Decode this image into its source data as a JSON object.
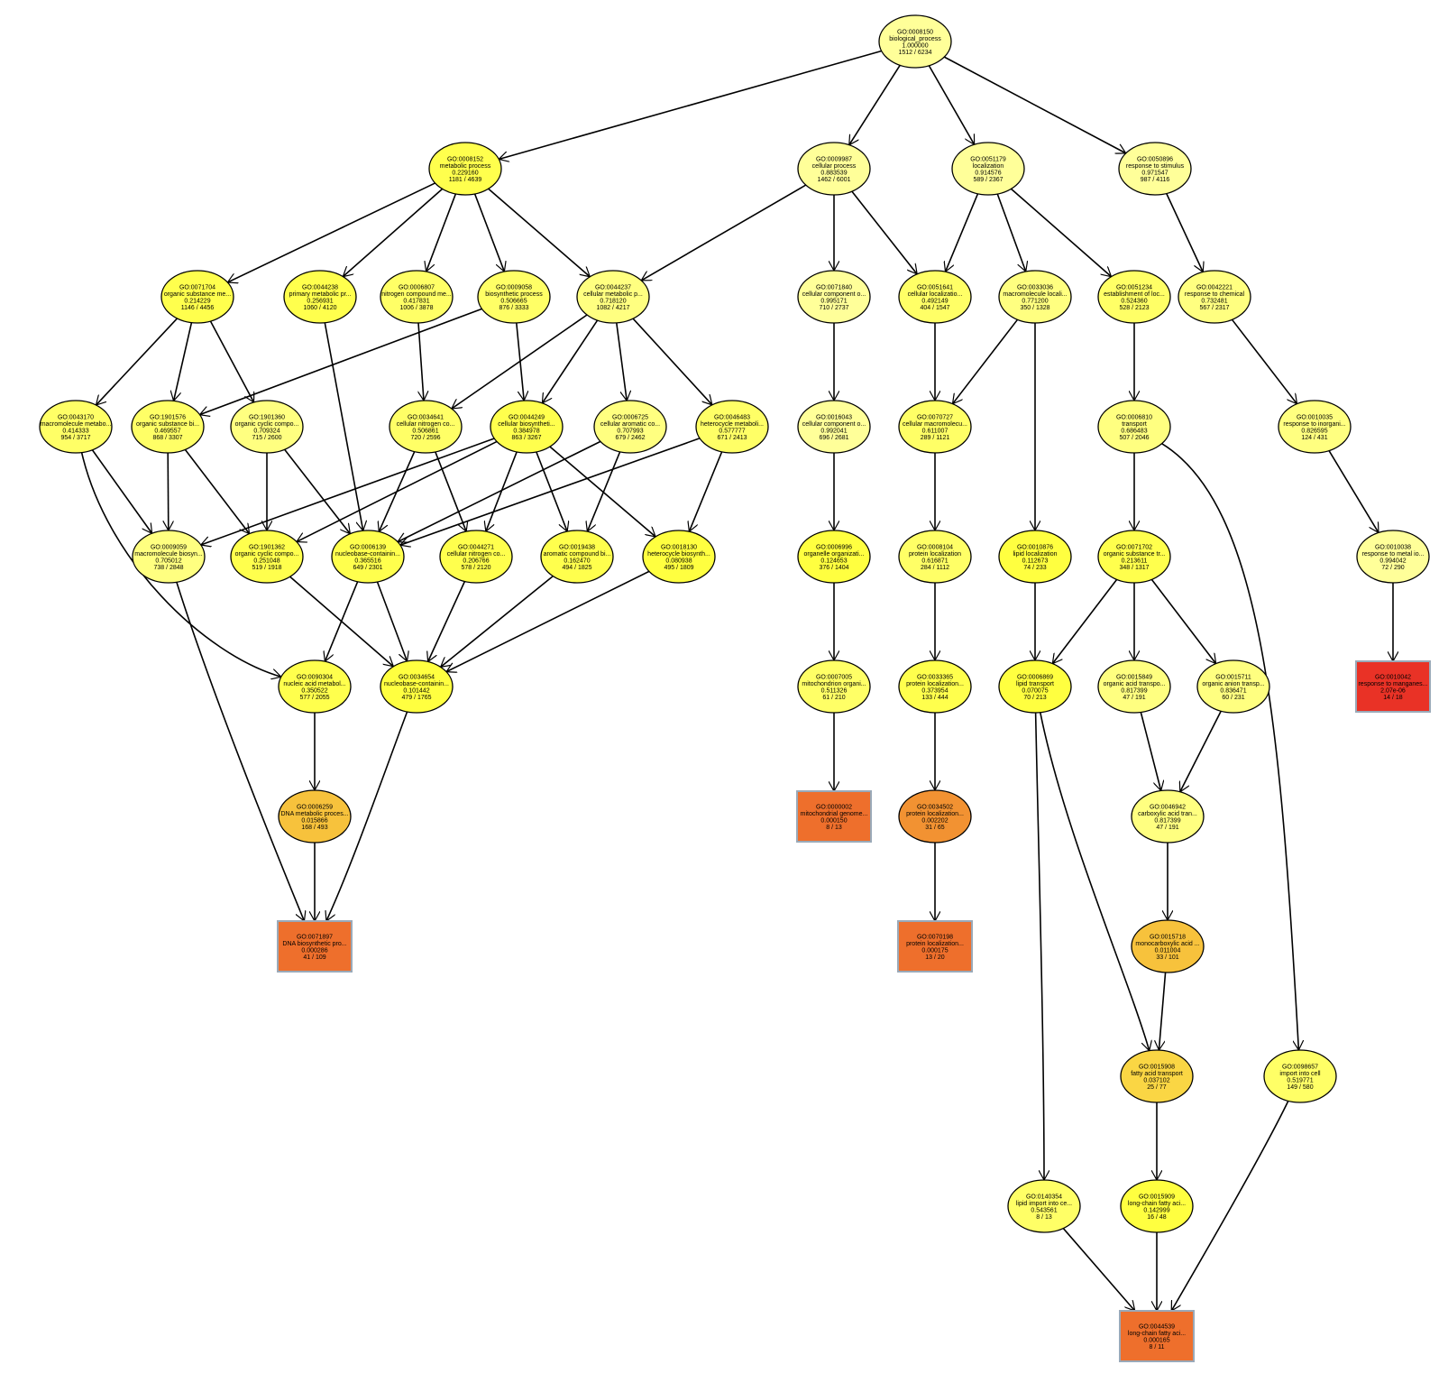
{
  "nodes": [
    {
      "id": "GO:0008150",
      "label": "biological_process",
      "score": "1.000000",
      "count": "1512 / 6234",
      "color": "#ffff99",
      "shape": "ellipse"
    },
    {
      "id": "GO:0008152",
      "label": "metabolic process",
      "score": "0.229160",
      "count": "1181 / 4639",
      "color": "#ffff4d",
      "shape": "ellipse"
    },
    {
      "id": "GO:0009987",
      "label": "cellular process",
      "score": "0.883539",
      "count": "1462 / 6001",
      "color": "#ffff99",
      "shape": "ellipse"
    },
    {
      "id": "GO:0051179",
      "label": "localization",
      "score": "0.914576",
      "count": "589 / 2367",
      "color": "#ffff99",
      "shape": "ellipse"
    },
    {
      "id": "GO:0050896",
      "label": "response to stimulus",
      "score": "0.971547",
      "count": "987 / 4116",
      "color": "#ffff99",
      "shape": "ellipse"
    },
    {
      "id": "GO:0071704",
      "label": "organic substance me...",
      "score": "0.214229",
      "count": "1146 / 4456",
      "color": "#ffff4d",
      "shape": "ellipse"
    },
    {
      "id": "GO:0044238",
      "label": "primary metabolic pr...",
      "score": "0.256931",
      "count": "1060 / 4120",
      "color": "#ffff4d",
      "shape": "ellipse"
    },
    {
      "id": "GO:0006807",
      "label": "nitrogen compound me...",
      "score": "0.417831",
      "count": "1006 / 3878",
      "color": "#ffff66",
      "shape": "ellipse"
    },
    {
      "id": "GO:0009058",
      "label": "biosynthetic process",
      "score": "0.506665",
      "count": "876 / 3333",
      "color": "#ffff66",
      "shape": "ellipse"
    },
    {
      "id": "GO:0044237",
      "label": "cellular metabolic p...",
      "score": "0.718120",
      "count": "1082 / 4217",
      "color": "#ffff80",
      "shape": "ellipse"
    },
    {
      "id": "GO:0071840",
      "label": "cellular component o...",
      "score": "0.995171",
      "count": "710 / 2737",
      "color": "#ffff99",
      "shape": "ellipse"
    },
    {
      "id": "GO:0051641",
      "label": "cellular localizatio...",
      "score": "0.492149",
      "count": "404 / 1547",
      "color": "#ffff66",
      "shape": "ellipse"
    },
    {
      "id": "GO:0033036",
      "label": "macromolecule locali...",
      "score": "0.771200",
      "count": "350 / 1328",
      "color": "#ffff80",
      "shape": "ellipse"
    },
    {
      "id": "GO:0051234",
      "label": "establishment of loc...",
      "score": "0.524360",
      "count": "528 / 2123",
      "color": "#ffff66",
      "shape": "ellipse"
    },
    {
      "id": "GO:0042221",
      "label": "response to chemical",
      "score": "0.732481",
      "count": "567 / 2317",
      "color": "#ffff80",
      "shape": "ellipse"
    },
    {
      "id": "GO:0043170",
      "label": "macromolecule metabo...",
      "score": "0.414333",
      "count": "954 / 3717",
      "color": "#ffff66",
      "shape": "ellipse"
    },
    {
      "id": "GO:1901576",
      "label": "organic substance bi...",
      "score": "0.469557",
      "count": "868 / 3307",
      "color": "#ffff66",
      "shape": "ellipse"
    },
    {
      "id": "GO:1901360",
      "label": "organic cyclic compo...",
      "score": "0.709324",
      "count": "715 / 2600",
      "color": "#ffff80",
      "shape": "ellipse"
    },
    {
      "id": "GO:0034641",
      "label": "cellular nitrogen co...",
      "score": "0.506861",
      "count": "720 / 2596",
      "color": "#ffff66",
      "shape": "ellipse"
    },
    {
      "id": "GO:0044249",
      "label": "cellular biosyntheti...",
      "score": "0.384978",
      "count": "863 / 3267",
      "color": "#ffff4d",
      "shape": "ellipse"
    },
    {
      "id": "GO:0006725",
      "label": "cellular aromatic co...",
      "score": "0.707993",
      "count": "679 / 2462",
      "color": "#ffff80",
      "shape": "ellipse"
    },
    {
      "id": "GO:0046483",
      "label": "heterocycle metaboli...",
      "score": "0.577777",
      "count": "671 / 2413",
      "color": "#ffff66",
      "shape": "ellipse"
    },
    {
      "id": "GO:0016043",
      "label": "cellular component o...",
      "score": "0.992041",
      "count": "696 / 2681",
      "color": "#ffff99",
      "shape": "ellipse"
    },
    {
      "id": "GO:0070727",
      "label": "cellular macromolecu...",
      "score": "0.611007",
      "count": "289 / 1121",
      "color": "#ffff66",
      "shape": "ellipse"
    },
    {
      "id": "GO:0006810",
      "label": "transport",
      "score": "0.686483",
      "count": "507 / 2046",
      "color": "#ffff80",
      "shape": "ellipse"
    },
    {
      "id": "GO:0010035",
      "label": "response to inorgani...",
      "score": "0.826595",
      "count": "124 / 431",
      "color": "#ffff80",
      "shape": "ellipse"
    },
    {
      "id": "GO:0009059",
      "label": "macromolecule biosyn...",
      "score": "0.705012",
      "count": "738 / 2848",
      "color": "#ffff80",
      "shape": "ellipse"
    },
    {
      "id": "GO:1901362",
      "label": "organic cyclic compo...",
      "score": "0.251048",
      "count": "519 / 1918",
      "color": "#ffff4d",
      "shape": "ellipse"
    },
    {
      "id": "GO:0006139",
      "label": "nucleobase-containin...",
      "score": "0.365516",
      "count": "649 / 2301",
      "color": "#ffff4d",
      "shape": "ellipse"
    },
    {
      "id": "GO:0044271",
      "label": "cellular nitrogen co...",
      "score": "0.206766",
      "count": "578 / 2120",
      "color": "#ffff4d",
      "shape": "ellipse"
    },
    {
      "id": "GO:0019438",
      "label": "aromatic compound bi...",
      "score": "0.162470",
      "count": "494 / 1825",
      "color": "#ffff4d",
      "shape": "ellipse"
    },
    {
      "id": "GO:0018130",
      "label": "heterocycle biosynth...",
      "score": "0.080938",
      "count": "495 / 1809",
      "color": "#ffff40",
      "shape": "ellipse"
    },
    {
      "id": "GO:0006996",
      "label": "organelle organizati...",
      "score": "0.124653",
      "count": "376 / 1404",
      "color": "#ffff40",
      "shape": "ellipse"
    },
    {
      "id": "GO:0008104",
      "label": "protein localization",
      "score": "0.616871",
      "count": "284 / 1112",
      "color": "#ffff66",
      "shape": "ellipse"
    },
    {
      "id": "GO:0010876",
      "label": "lipid localization",
      "score": "0.112673",
      "count": "74 / 233",
      "color": "#ffff40",
      "shape": "ellipse"
    },
    {
      "id": "GO:0071702",
      "label": "organic substance tr...",
      "score": "0.213611",
      "count": "348 / 1317",
      "color": "#ffff4d",
      "shape": "ellipse"
    },
    {
      "id": "GO:0010038",
      "label": "response to metal io...",
      "score": "0.994042",
      "count": "72 / 290",
      "color": "#ffff99",
      "shape": "ellipse"
    },
    {
      "id": "GO:0090304",
      "label": "nucleic acid metabol...",
      "score": "0.350522",
      "count": "577 / 2055",
      "color": "#ffff4d",
      "shape": "ellipse"
    },
    {
      "id": "GO:0034654",
      "label": "nucleobase-containin...",
      "score": "0.101442",
      "count": "479 / 1765",
      "color": "#ffff40",
      "shape": "ellipse"
    },
    {
      "id": "GO:0007005",
      "label": "mitochondrion organi...",
      "score": "0.511326",
      "count": "61 / 210",
      "color": "#ffff66",
      "shape": "ellipse"
    },
    {
      "id": "GO:0033365",
      "label": "protein localization...",
      "score": "0.373954",
      "count": "133 / 444",
      "color": "#ffff4d",
      "shape": "ellipse"
    },
    {
      "id": "GO:0006869",
      "label": "lipid transport",
      "score": "0.070075",
      "count": "70 / 213",
      "color": "#ffff40",
      "shape": "ellipse"
    },
    {
      "id": "GO:0015849",
      "label": "organic acid transpo...",
      "score": "0.817399",
      "count": "47 / 191",
      "color": "#ffff80",
      "shape": "ellipse"
    },
    {
      "id": "GO:0015711",
      "label": "organic anion transp...",
      "score": "0.836471",
      "count": "60 / 231",
      "color": "#ffff80",
      "shape": "ellipse"
    },
    {
      "id": "GO:0010042",
      "label": "response to manganes...",
      "score": "2.07e-06",
      "count": "14 / 18",
      "color": "#e93226",
      "shape": "box"
    },
    {
      "id": "GO:0006259",
      "label": "DNA metabolic proces...",
      "score": "0.015866",
      "count": "168 / 493",
      "color": "#f7c23c",
      "shape": "ellipse"
    },
    {
      "id": "GO:0000002",
      "label": "mitochondrial genome...",
      "score": "0.000150",
      "count": "8 / 13",
      "color": "#ee6f2c",
      "shape": "box"
    },
    {
      "id": "GO:0034502",
      "label": "protein localization...",
      "score": "0.002202",
      "count": "31 / 65",
      "color": "#f29232",
      "shape": "ellipse"
    },
    {
      "id": "GO:0046942",
      "label": "carboxylic acid tran...",
      "score": "0.817399",
      "count": "47 / 191",
      "color": "#ffff80",
      "shape": "ellipse"
    },
    {
      "id": "GO:0071897",
      "label": "DNA biosynthetic pro...",
      "score": "0.000286",
      "count": "41 / 109",
      "color": "#ee6f2c",
      "shape": "box"
    },
    {
      "id": "GO:0070198",
      "label": "protein localization...",
      "score": "0.000175",
      "count": "13 / 20",
      "color": "#ee6f2c",
      "shape": "box"
    },
    {
      "id": "GO:0015718",
      "label": "monocarboxylic acid ...",
      "score": "0.011004",
      "count": "33 / 101",
      "color": "#f7c23c",
      "shape": "ellipse"
    },
    {
      "id": "GO:0015908",
      "label": "fatty acid transport",
      "score": "0.037102",
      "count": "25 / 77",
      "color": "#fad644",
      "shape": "ellipse"
    },
    {
      "id": "GO:0098657",
      "label": "import into cell",
      "score": "0.519771",
      "count": "149 / 580",
      "color": "#ffff66",
      "shape": "ellipse"
    },
    {
      "id": "GO:0140354",
      "label": "lipid import into ce...",
      "score": "0.543561",
      "count": "8 / 13",
      "color": "#ffff66",
      "shape": "ellipse"
    },
    {
      "id": "GO:0015909",
      "label": "long-chain fatty aci...",
      "score": "0.142999",
      "count": "16 / 48",
      "color": "#ffff40",
      "shape": "ellipse"
    },
    {
      "id": "GO:0044539",
      "label": "long-chain fatty aci...",
      "score": "0.000165",
      "count": "8 / 11",
      "color": "#ee6f2c",
      "shape": "box"
    }
  ],
  "edges": [
    [
      "GO:0008150",
      "GO:0008152"
    ],
    [
      "GO:0008150",
      "GO:0009987"
    ],
    [
      "GO:0008150",
      "GO:0051179"
    ],
    [
      "GO:0008150",
      "GO:0050896"
    ],
    [
      "GO:0008152",
      "GO:0071704"
    ],
    [
      "GO:0008152",
      "GO:0044238"
    ],
    [
      "GO:0008152",
      "GO:0006807"
    ],
    [
      "GO:0008152",
      "GO:0009058"
    ],
    [
      "GO:0008152",
      "GO:0044237"
    ],
    [
      "GO:0009987",
      "GO:0044237"
    ],
    [
      "GO:0009987",
      "GO:0071840"
    ],
    [
      "GO:0009987",
      "GO:0051641"
    ],
    [
      "GO:0051179",
      "GO:0051641"
    ],
    [
      "GO:0051179",
      "GO:0033036"
    ],
    [
      "GO:0051179",
      "GO:0051234"
    ],
    [
      "GO:0050896",
      "GO:0042221"
    ],
    [
      "GO:0071704",
      "GO:0043170"
    ],
    [
      "GO:0071704",
      "GO:1901576"
    ],
    [
      "GO:0071704",
      "GO:1901360"
    ],
    [
      "GO:0009058",
      "GO:1901576"
    ],
    [
      "GO:0009058",
      "GO:0044249"
    ],
    [
      "GO:0044238",
      "GO:0006139"
    ],
    [
      "GO:0006807",
      "GO:0034641"
    ],
    [
      "GO:0044237",
      "GO:0034641"
    ],
    [
      "GO:0044237",
      "GO:0044249"
    ],
    [
      "GO:0044237",
      "GO:0006725"
    ],
    [
      "GO:0044237",
      "GO:0046483"
    ],
    [
      "GO:0071840",
      "GO:0016043"
    ],
    [
      "GO:0051641",
      "GO:0070727"
    ],
    [
      "GO:0033036",
      "GO:0070727"
    ],
    [
      "GO:0033036",
      "GO:0010876"
    ],
    [
      "GO:0051234",
      "GO:0006810"
    ],
    [
      "GO:0042221",
      "GO:0010035"
    ],
    [
      "GO:0043170",
      "GO:0009059"
    ],
    [
      "GO:0043170",
      "GO:0090304"
    ],
    [
      "GO:1901576",
      "GO:0009059"
    ],
    [
      "GO:1901576",
      "GO:1901362"
    ],
    [
      "GO:1901360",
      "GO:1901362"
    ],
    [
      "GO:1901360",
      "GO:0006139"
    ],
    [
      "GO:0034641",
      "GO:0006139"
    ],
    [
      "GO:0034641",
      "GO:0044271"
    ],
    [
      "GO:0044249",
      "GO:0009059"
    ],
    [
      "GO:0044249",
      "GO:0044271"
    ],
    [
      "GO:0044249",
      "GO:0019438"
    ],
    [
      "GO:0044249",
      "GO:0018130"
    ],
    [
      "GO:0044249",
      "GO:1901362"
    ],
    [
      "GO:0006725",
      "GO:0006139"
    ],
    [
      "GO:0006725",
      "GO:0019438"
    ],
    [
      "GO:0046483",
      "GO:0006139"
    ],
    [
      "GO:0046483",
      "GO:0018130"
    ],
    [
      "GO:0016043",
      "GO:0006996"
    ],
    [
      "GO:0070727",
      "GO:0008104"
    ],
    [
      "GO:0006810",
      "GO:0071702"
    ],
    [
      "GO:0006810",
      "GO:0098657"
    ],
    [
      "GO:0010035",
      "GO:0010038"
    ],
    [
      "GO:0009059",
      "GO:0071897"
    ],
    [
      "GO:1901362",
      "GO:0034654"
    ],
    [
      "GO:0006139",
      "GO:0090304"
    ],
    [
      "GO:0006139",
      "GO:0034654"
    ],
    [
      "GO:0044271",
      "GO:0034654"
    ],
    [
      "GO:0019438",
      "GO:0034654"
    ],
    [
      "GO:0018130",
      "GO:0034654"
    ],
    [
      "GO:0006996",
      "GO:0007005"
    ],
    [
      "GO:0008104",
      "GO:0033365"
    ],
    [
      "GO:0010876",
      "GO:0006869"
    ],
    [
      "GO:0071702",
      "GO:0006869"
    ],
    [
      "GO:0071702",
      "GO:0015849"
    ],
    [
      "GO:0071702",
      "GO:0015711"
    ],
    [
      "GO:0010038",
      "GO:0010042"
    ],
    [
      "GO:0090304",
      "GO:0006259"
    ],
    [
      "GO:0034654",
      "GO:0071897"
    ],
    [
      "GO:0007005",
      "GO:0000002"
    ],
    [
      "GO:0033365",
      "GO:0034502"
    ],
    [
      "GO:0015849",
      "GO:0046942"
    ],
    [
      "GO:0015711",
      "GO:0046942"
    ],
    [
      "GO:0006869",
      "GO:0140354"
    ],
    [
      "GO:0006869",
      "GO:0015908"
    ],
    [
      "GO:0006259",
      "GO:0071897"
    ],
    [
      "GO:0034502",
      "GO:0070198"
    ],
    [
      "GO:0046942",
      "GO:0015718"
    ],
    [
      "GO:0015718",
      "GO:0015908"
    ],
    [
      "GO:0015908",
      "GO:0015909"
    ],
    [
      "GO:0098657",
      "GO:0044539"
    ],
    [
      "GO:0140354",
      "GO:0044539"
    ],
    [
      "GO:0015909",
      "GO:0044539"
    ]
  ]
}
